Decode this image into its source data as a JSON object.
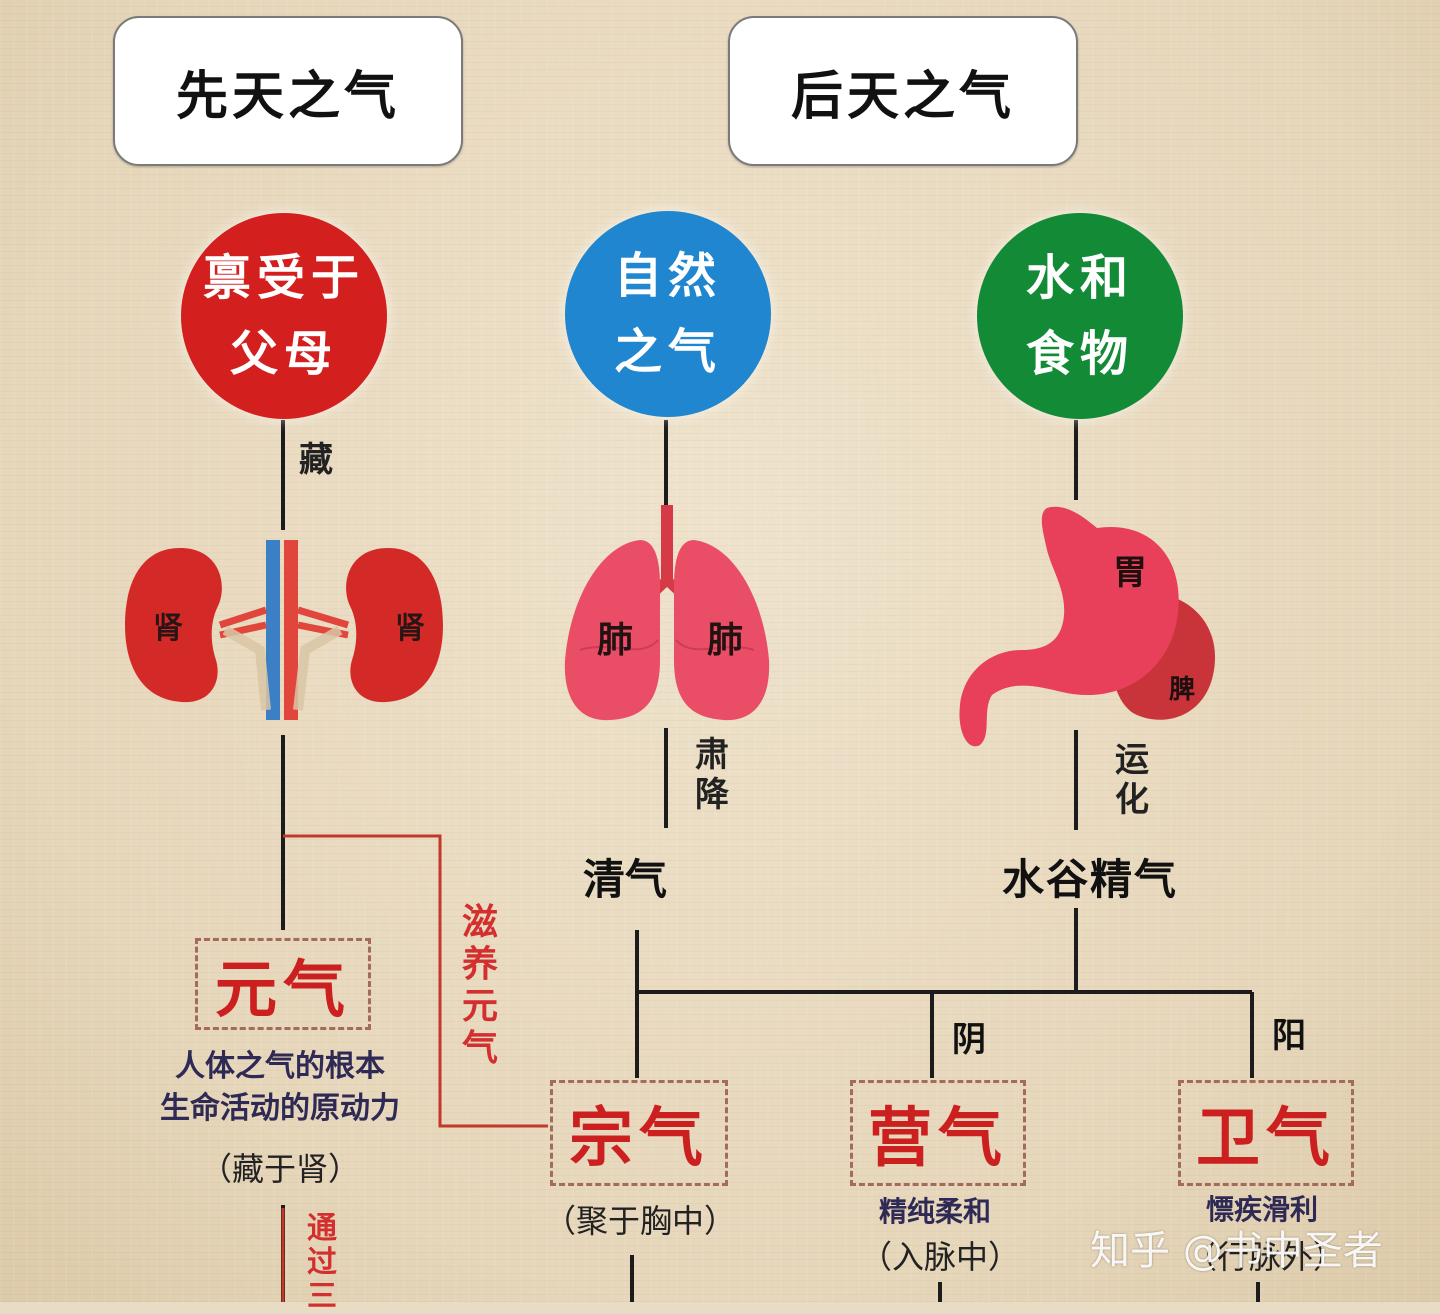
{
  "headers": {
    "innate": "先天之气",
    "acquired": "后天之气"
  },
  "sources": {
    "parents": [
      "禀受于",
      "父母"
    ],
    "nature_air": [
      "自然",
      "之气"
    ],
    "water_food": [
      "水和",
      "食物"
    ]
  },
  "organs": {
    "kidney_left": "肾",
    "kidney_right": "肾",
    "lung_left": "肺",
    "lung_right": "肺",
    "stomach": "胃",
    "spleen": "脾"
  },
  "processes": {
    "store": "藏",
    "descend": "肃降",
    "transform": "运化",
    "nourish": "滋养元气",
    "pass": "通过三"
  },
  "intermediates": {
    "clear_qi": "清气",
    "grain_essence": "水谷精气"
  },
  "branches": {
    "yin": "阴",
    "yang": "阳"
  },
  "qi": {
    "yuan": {
      "name": "元气",
      "desc_line1": "人体之气的根本",
      "desc_line2": "生命活动的原动力",
      "location": "（藏于肾）"
    },
    "zong": {
      "name": "宗气",
      "location": "（聚于胸中）"
    },
    "ying": {
      "name": "营气",
      "desc": "精纯柔和",
      "location": "（入脉中）"
    },
    "wei": {
      "name": "卫气",
      "desc": "慓疾滑利",
      "location": "（行脉外）"
    }
  },
  "watermark": "知乎 @书中圣者",
  "colors": {
    "red_circle": "#d3201f",
    "blue_circle": "#1f86cf",
    "green_circle": "#138a35",
    "qi_text": "#cc1f1f",
    "connector": "#1c1c1c",
    "red_connector": "#c0392b"
  }
}
